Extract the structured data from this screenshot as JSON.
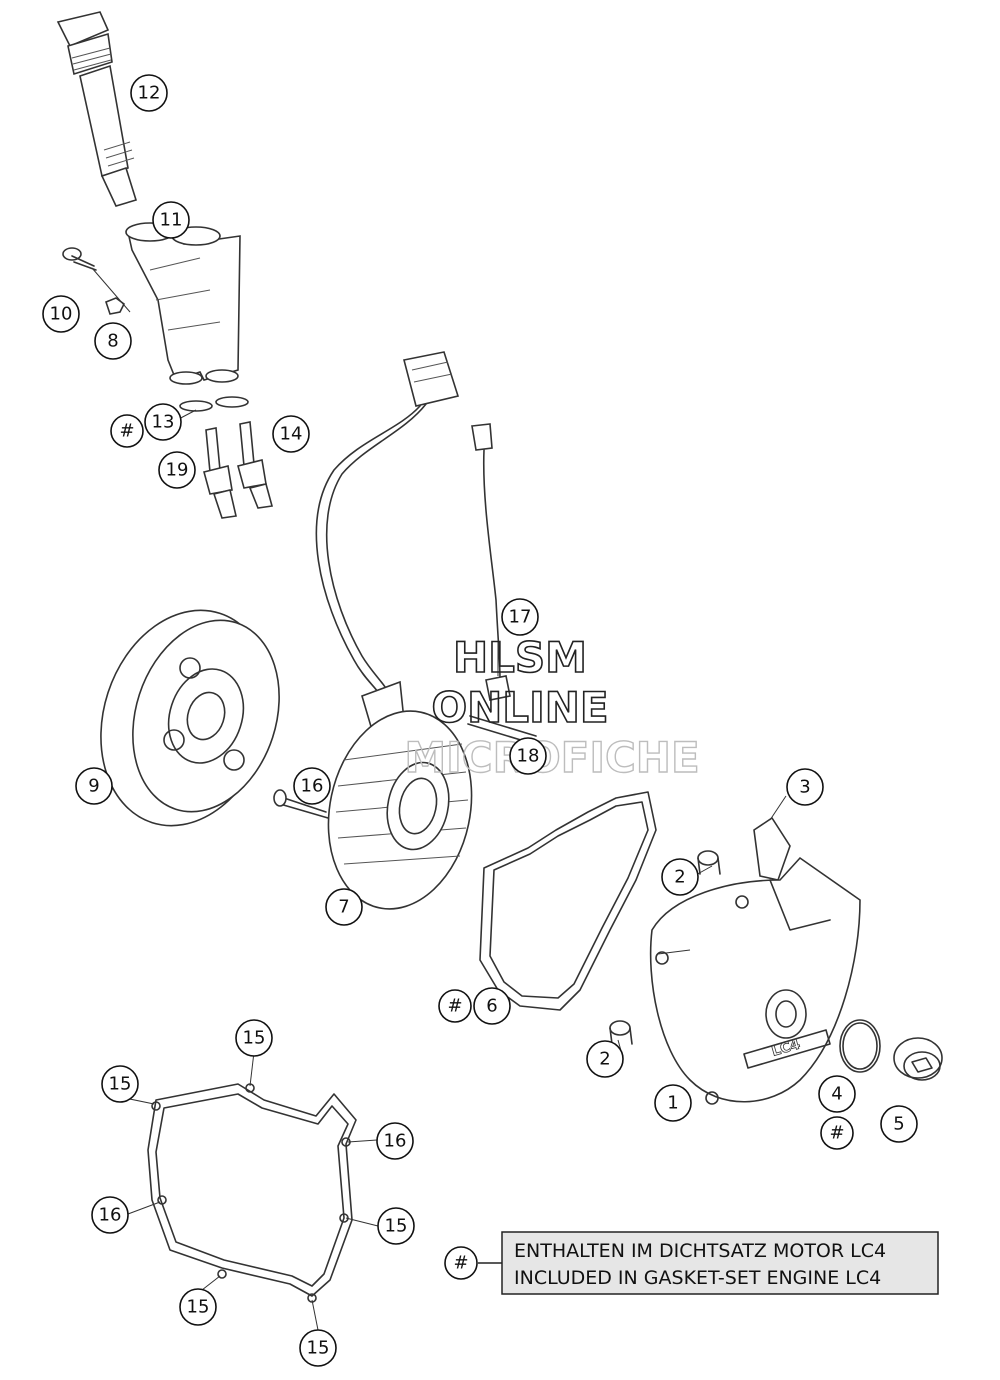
{
  "watermark": {
    "line1": "HLSM",
    "line2": "ONLINE",
    "line3": "MICROFICHE"
  },
  "callouts": [
    {
      "id": "c12",
      "label": "12"
    },
    {
      "id": "c11",
      "label": "11"
    },
    {
      "id": "c10",
      "label": "10"
    },
    {
      "id": "c8",
      "label": "8"
    },
    {
      "id": "c13h",
      "label": "#"
    },
    {
      "id": "c13",
      "label": "13"
    },
    {
      "id": "c14",
      "label": "14"
    },
    {
      "id": "c19",
      "label": "19"
    },
    {
      "id": "c17",
      "label": "17"
    },
    {
      "id": "c18",
      "label": "18"
    },
    {
      "id": "c9",
      "label": "9"
    },
    {
      "id": "c16a",
      "label": "16"
    },
    {
      "id": "c7",
      "label": "7"
    },
    {
      "id": "c3",
      "label": "3"
    },
    {
      "id": "c2a",
      "label": "2"
    },
    {
      "id": "c6h",
      "label": "#"
    },
    {
      "id": "c6",
      "label": "6"
    },
    {
      "id": "c2b",
      "label": "2"
    },
    {
      "id": "c1",
      "label": "1"
    },
    {
      "id": "c4",
      "label": "4"
    },
    {
      "id": "c4h",
      "label": "#"
    },
    {
      "id": "c5",
      "label": "5"
    },
    {
      "id": "c15a",
      "label": "15"
    },
    {
      "id": "c15b",
      "label": "15"
    },
    {
      "id": "c16b",
      "label": "16"
    },
    {
      "id": "c16c",
      "label": "16"
    },
    {
      "id": "c15c",
      "label": "15"
    },
    {
      "id": "c15d",
      "label": "15"
    },
    {
      "id": "c15e",
      "label": "15"
    }
  ],
  "legend": {
    "symbol": "#",
    "line1": "ENTHALTEN IM DICHTSATZ MOTOR LC4",
    "line2": "INCLUDED IN GASKET-SET ENGINE LC4"
  },
  "cover_logo": "LC4"
}
